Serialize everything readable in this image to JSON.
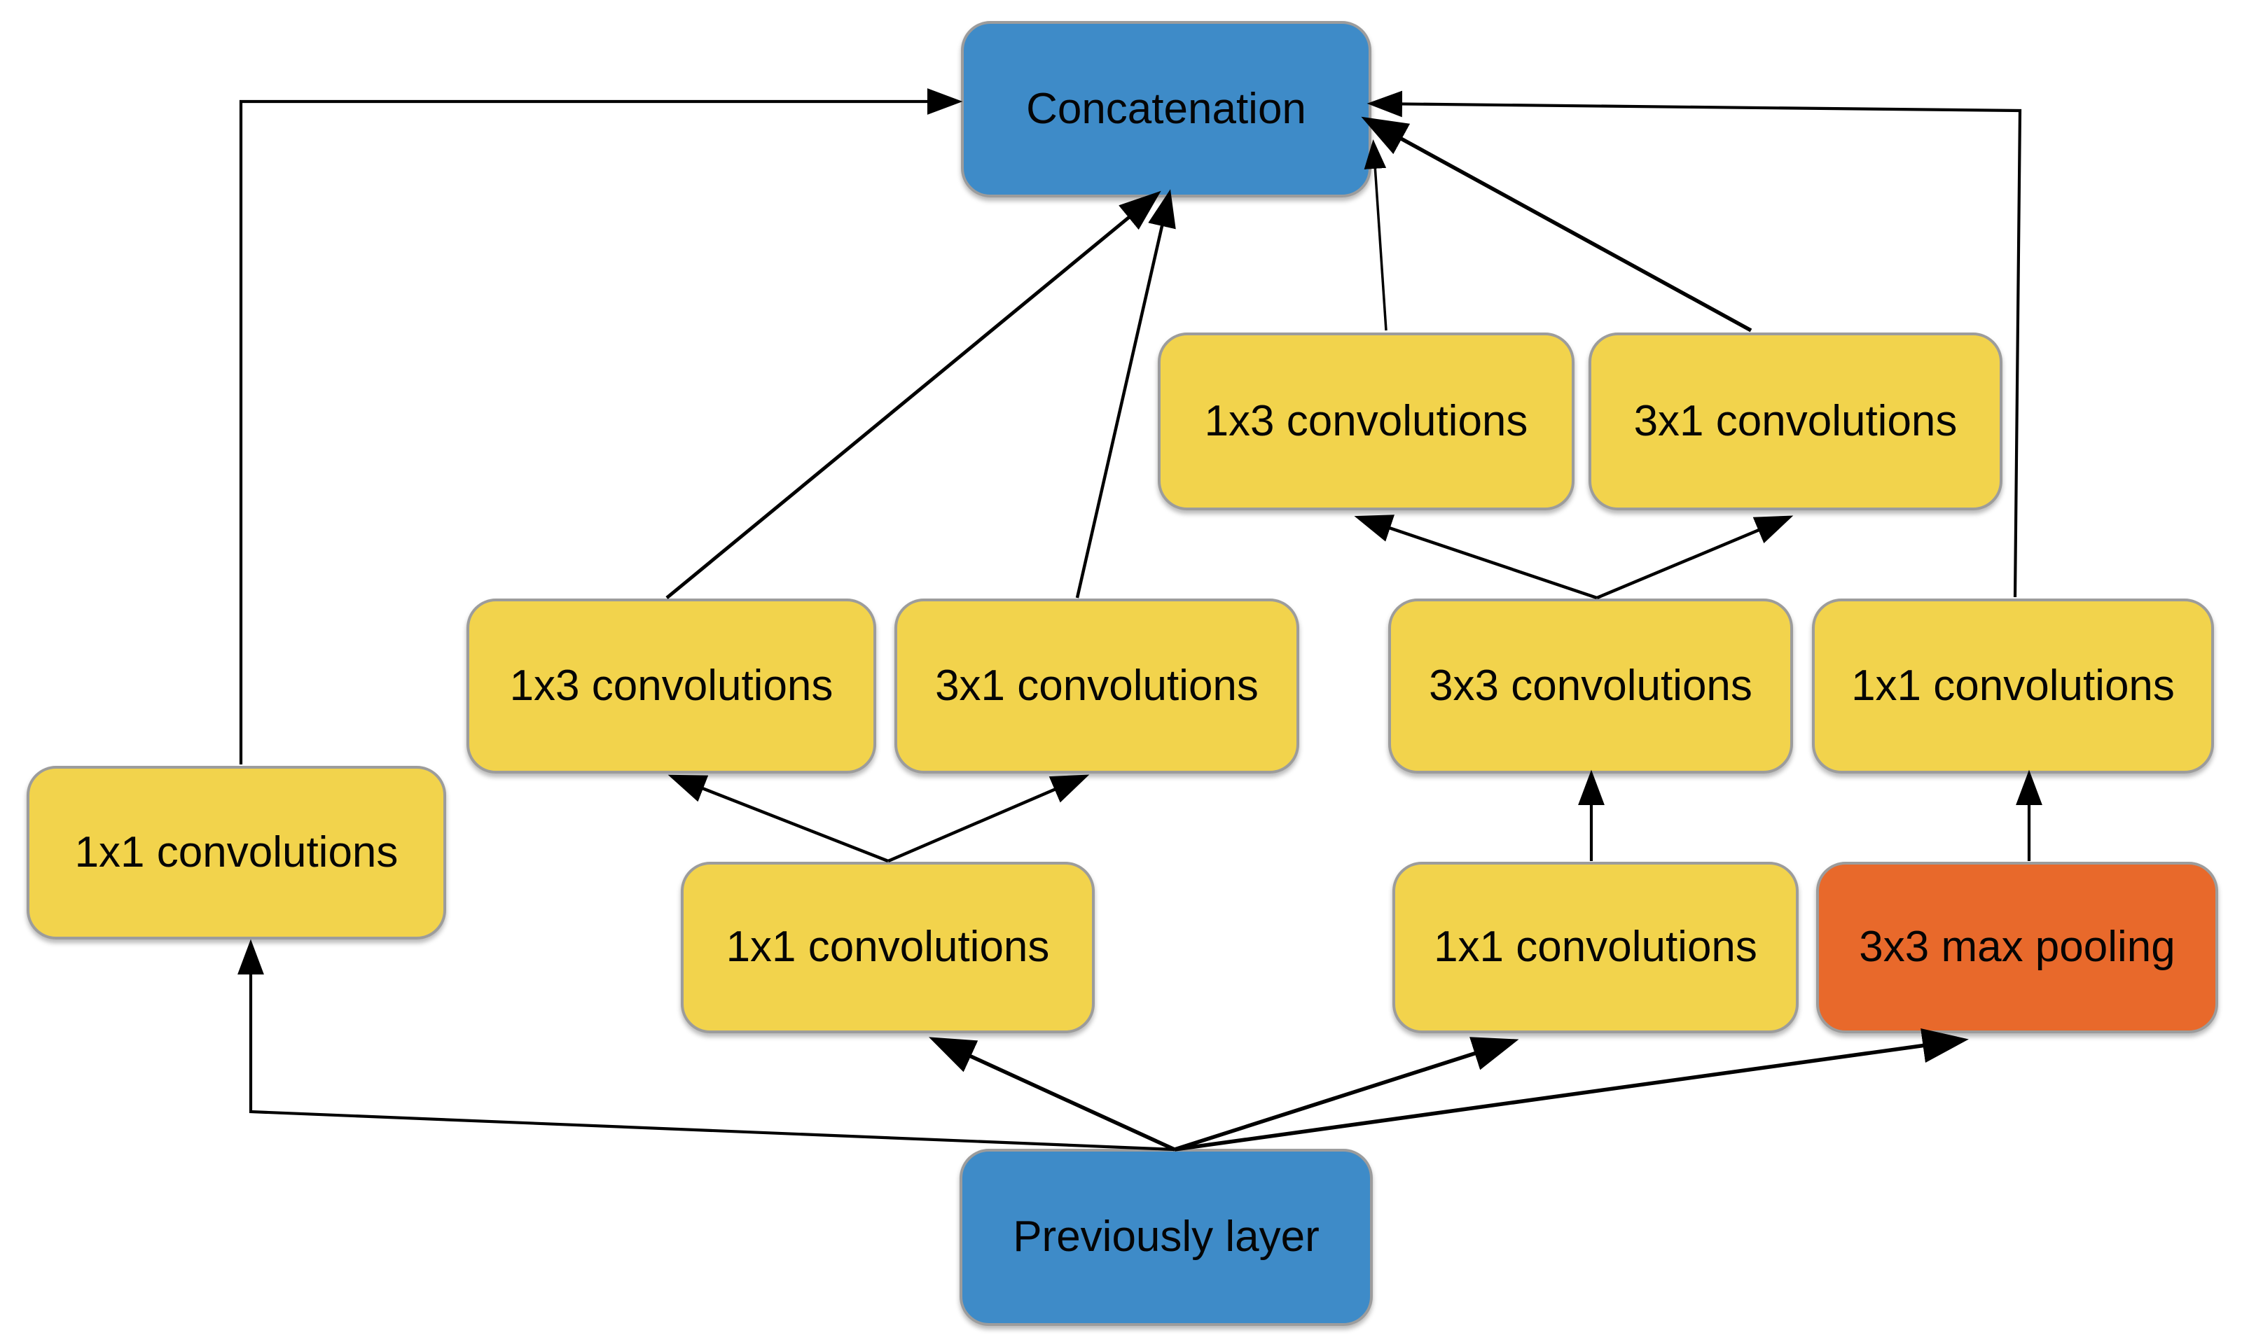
{
  "diagram": {
    "kind": "inception-module-architecture",
    "colors": {
      "concat_node_blue": "#3e8bc8",
      "conv_node_yellow": "#f2d34c",
      "pool_node_orange": "#e8692b",
      "node_border_gray": "#9c9c9c",
      "arrow_black": "#000000",
      "text_black": "#050505",
      "background": "#ffffff"
    },
    "nodes": {
      "concat": {
        "label": "Concatenation"
      },
      "t13": {
        "label": "1x3 convolutions"
      },
      "t31": {
        "label": "3x1 convolutions"
      },
      "m13": {
        "label": "1x3 convolutions"
      },
      "m31": {
        "label": "3x1 convolutions"
      },
      "m33": {
        "label": "3x3 convolutions"
      },
      "m11_right": {
        "label": "1x1 convolutions"
      },
      "l11": {
        "label": "1x1 convolutions"
      },
      "c11": {
        "label": "1x1 convolutions"
      },
      "r11": {
        "label": "1x1 convolutions"
      },
      "pool": {
        "label": "3x3 max pooling"
      },
      "prev": {
        "label": "Previously layer"
      }
    },
    "edges": [
      {
        "from": "prev",
        "to": "l11"
      },
      {
        "from": "prev",
        "to": "c11"
      },
      {
        "from": "prev",
        "to": "r11"
      },
      {
        "from": "prev",
        "to": "pool"
      },
      {
        "from": "l11",
        "to": "concat"
      },
      {
        "from": "c11",
        "to": "m13"
      },
      {
        "from": "c11",
        "to": "m31"
      },
      {
        "from": "m13",
        "to": "concat"
      },
      {
        "from": "m31",
        "to": "concat"
      },
      {
        "from": "r11",
        "to": "m33"
      },
      {
        "from": "m33",
        "to": "t13"
      },
      {
        "from": "m33",
        "to": "t31"
      },
      {
        "from": "t13",
        "to": "concat"
      },
      {
        "from": "t31",
        "to": "concat"
      },
      {
        "from": "pool",
        "to": "m11_right"
      },
      {
        "from": "m11_right",
        "to": "concat"
      }
    ]
  }
}
